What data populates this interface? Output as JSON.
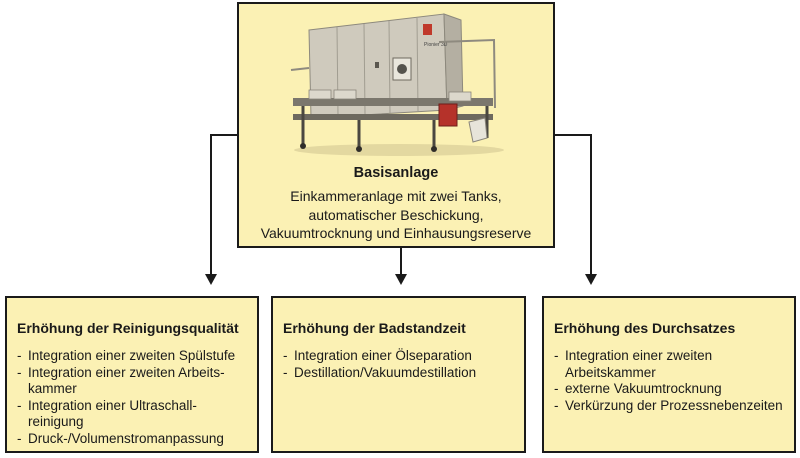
{
  "top": {
    "title": "Basisanlage",
    "description_lines": [
      "Einkammeranlage mit zwei Tanks,",
      "automatischer Beschickung,",
      "Vakuumtrocknung und Einhausungsreserve"
    ],
    "machine_labels": {
      "brand": "Pionier 3D"
    }
  },
  "boxes": [
    {
      "title": "Erhöhung der Reinigungsqualität",
      "items": [
        "Integration einer zweiten Spülstufe",
        "Integration einer zweiten Arbeits-kammer",
        "Integration einer Ultraschall-reinigung",
        "Druck-/Volumenstromanpassung"
      ]
    },
    {
      "title": "Erhöhung der Badstandzeit",
      "items": [
        "Integration einer Ölseparation",
        "Destillation/Vakuumdestillation"
      ]
    },
    {
      "title": "Erhöhung des Durchsatzes",
      "items": [
        "Integration einer zweiten Arbeitskammer",
        "externe Vakuumtrocknung",
        "Verkürzung der Prozessnebenzeiten"
      ]
    }
  ],
  "colors": {
    "box_fill": "#fbf1b4",
    "line": "#1a1a1a",
    "machine_body": "#cfcabd"
  }
}
